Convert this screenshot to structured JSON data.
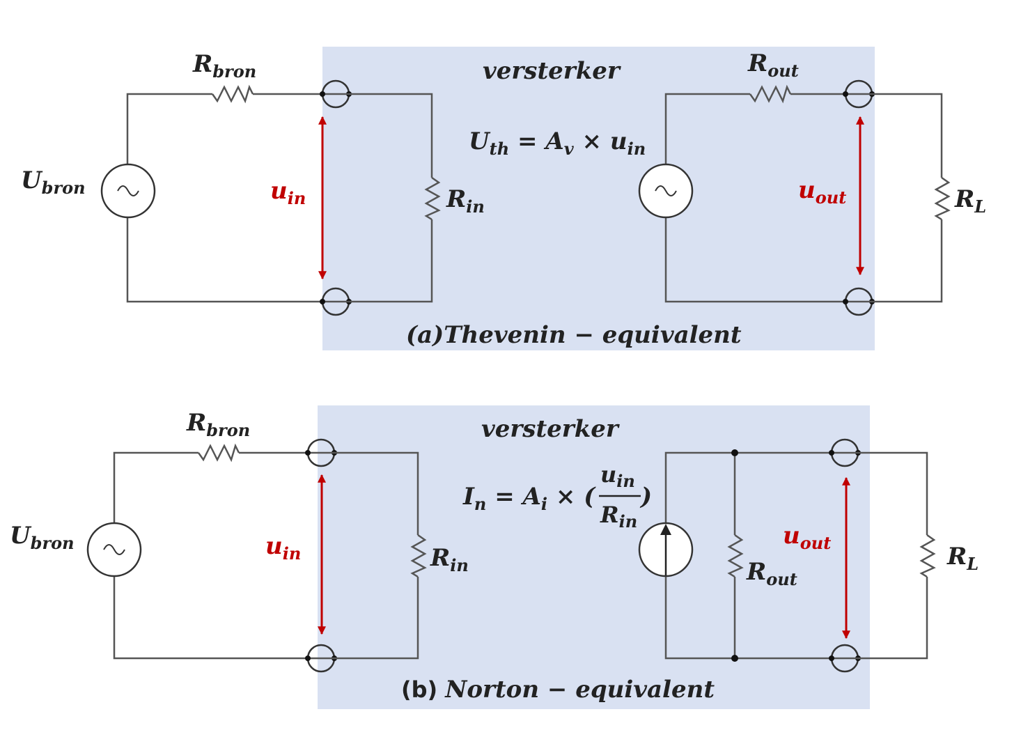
{
  "colors": {
    "amplifier_box": "#d9e1f2",
    "wire": "#555555",
    "arrow": "#c00000"
  },
  "thevenin": {
    "source_sym": "U",
    "source_sub": "bron",
    "rsource_sym": "R",
    "rsource_sub": "bron",
    "amp_title": "versterker",
    "uin_sym": "u",
    "uin_sub": "in",
    "rin_sym": "R",
    "rin_sub": "in",
    "rout_sym": "R",
    "rout_sub": "out",
    "uout_sym": "u",
    "uout_sub": "out",
    "rl_sym": "R",
    "rl_sub": "L",
    "eq_uth_sym": "U",
    "eq_uth_sub": "th",
    "eq_eq": " = ",
    "eq_av_sym": "A",
    "eq_av_sub": "v",
    "eq_times": " × ",
    "eq_uin_sym": "u",
    "eq_uin_sub": "in",
    "caption_prefix": "(a)",
    "caption_text": "Thevenin − equivalent"
  },
  "norton": {
    "source_sym": "U",
    "source_sub": "bron",
    "rsource_sym": "R",
    "rsource_sub": "bron",
    "amp_title": "versterker",
    "uin_sym": "u",
    "uin_sub": "in",
    "rin_sym": "R",
    "rin_sub": "in",
    "rout_sym": "R",
    "rout_sub": "out",
    "uout_sym": "u",
    "uout_sub": "out",
    "rl_sym": "R",
    "rl_sub": "L",
    "eq_in_sym": "I",
    "eq_in_sub": "n",
    "eq_eq": " = ",
    "eq_ai_sym": "A",
    "eq_ai_sub": "i",
    "eq_times": " × (",
    "eq_num_sym": "u",
    "eq_num_sub": "in",
    "eq_den_sym": "R",
    "eq_den_sub": "in",
    "eq_close": ")",
    "caption_prefix": "(b) ",
    "caption_text": "Norton − equivalent"
  }
}
